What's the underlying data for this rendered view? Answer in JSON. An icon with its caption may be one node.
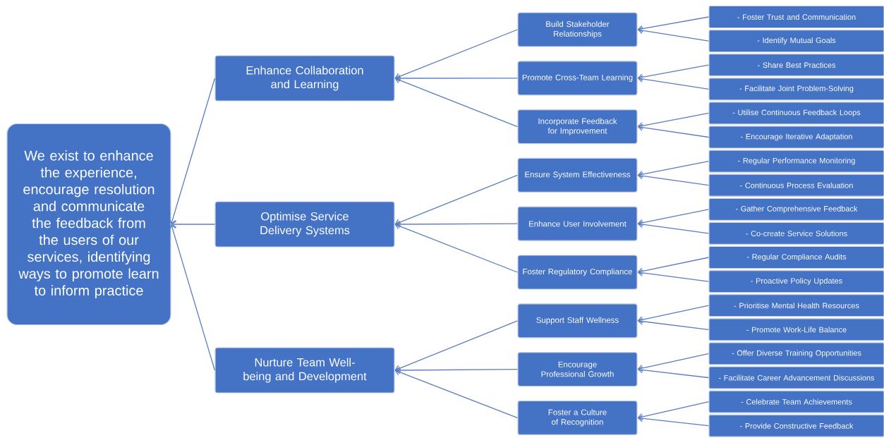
{
  "diagram": {
    "nodes": [
      {
        "text": [
          "We exist to enhance the experience, encourage resolution and communicate the feedback from the users of our services, identifying ways to promote learn to inform practice"
        ]
      },
      {
        "text": [
          "Enhance Collaboration and Learning"
        ]
      },
      {
        "text": [
          "Optimise Service Delivery Systems"
        ]
      },
      {
        "text": [
          "Nurture Team Well-being and Development"
        ]
      },
      {
        "text": [
          "Build Stakeholder Relationships"
        ]
      },
      {
        "text": [
          "Promote Cross-Team Learning"
        ]
      },
      {
        "text": [
          "Incorporate Feedback for Improvement"
        ]
      },
      {
        "text": [
          "Ensure System Effectiveness"
        ]
      },
      {
        "text": [
          "Enhance User Involvement"
        ]
      },
      {
        "text": [
          "Foster Regulatory Compliance"
        ]
      },
      {
        "text": [
          "Support Staff Wellness"
        ]
      },
      {
        "text": [
          "Encourage Professional Growth"
        ]
      },
      {
        "text": [
          "Foster a Culture of Recognition"
        ]
      },
      {
        "text": [
          "- Foster Trust and Communication"
        ]
      },
      {
        "text": [
          "- Identify Mutual Goals"
        ]
      },
      {
        "text": [
          "- Share Best Practices"
        ]
      },
      {
        "text": [
          "- Facilitate Joint Problem-Solving"
        ]
      },
      {
        "text": [
          "- Utilise Continuous Feedback Loops"
        ]
      },
      {
        "text": [
          "- Encourage Iterative Adaptation"
        ]
      },
      {
        "text": [
          "- Regular Performance Monitoring"
        ]
      },
      {
        "text": [
          "- Continuous Process Evaluation"
        ]
      },
      {
        "text": [
          "- Gather Comprehensive Feedback"
        ]
      },
      {
        "text": [
          "- Co-create Service Solutions"
        ]
      },
      {
        "text": [
          "- Regular Compliance Audits"
        ]
      },
      {
        "text": [
          "- Proactive Policy Updates"
        ]
      },
      {
        "text": [
          "- Prioritise Mental Health Resources"
        ]
      },
      {
        "text": [
          "- Promote Work-Life Balance"
        ]
      },
      {
        "text": [
          "- Offer Diverse Training Opportunities"
        ]
      },
      {
        "text": [
          "- Facilitate Career Advancement Discussions"
        ]
      },
      {
        "text": [
          "- Celebrate Team Achievements"
        ]
      },
      {
        "text": [
          "- Provide Constructive Feedback"
        ]
      }
    ],
    "edges": [
      {
        "from": 1,
        "to": 0,
        "arrow": "to"
      },
      {
        "from": 2,
        "to": 0,
        "arrow": "to"
      },
      {
        "from": 3,
        "to": 0,
        "arrow": "to"
      },
      {
        "from": 4,
        "to": 1,
        "arrow": "to"
      },
      {
        "from": 5,
        "to": 1,
        "arrow": "to"
      },
      {
        "from": 6,
        "to": 1,
        "arrow": "to"
      },
      {
        "from": 7,
        "to": 2,
        "arrow": "to"
      },
      {
        "from": 8,
        "to": 2,
        "arrow": "to"
      },
      {
        "from": 9,
        "to": 2,
        "arrow": "to"
      },
      {
        "from": 10,
        "to": 3,
        "arrow": "to"
      },
      {
        "from": 11,
        "to": 3,
        "arrow": "to"
      },
      {
        "from": 12,
        "to": 3,
        "arrow": "to"
      },
      {
        "from": 13,
        "to": 4,
        "arrow": "to"
      },
      {
        "from": 14,
        "to": 4,
        "arrow": "to"
      },
      {
        "from": 15,
        "to": 5,
        "arrow": "to"
      },
      {
        "from": 16,
        "to": 5,
        "arrow": "to"
      },
      {
        "from": 17,
        "to": 6,
        "arrow": "to"
      },
      {
        "from": 18,
        "to": 6,
        "arrow": "to"
      },
      {
        "from": 19,
        "to": 7,
        "arrow": "to"
      },
      {
        "from": 20,
        "to": 7,
        "arrow": "to"
      },
      {
        "from": 21,
        "to": 8,
        "arrow": "to"
      },
      {
        "from": 22,
        "to": 8,
        "arrow": "to"
      },
      {
        "from": 23,
        "to": 9,
        "arrow": "to"
      },
      {
        "from": 24,
        "to": 9,
        "arrow": "to"
      },
      {
        "from": 25,
        "to": 10,
        "arrow": "to"
      },
      {
        "from": 26,
        "to": 10,
        "arrow": "to"
      },
      {
        "from": 27,
        "to": 11,
        "arrow": "to"
      },
      {
        "from": 28,
        "to": 11,
        "arrow": "to"
      },
      {
        "from": 29,
        "to": 12,
        "arrow": "to"
      },
      {
        "from": 30,
        "to": 12,
        "arrow": "to"
      }
    ]
  }
}
